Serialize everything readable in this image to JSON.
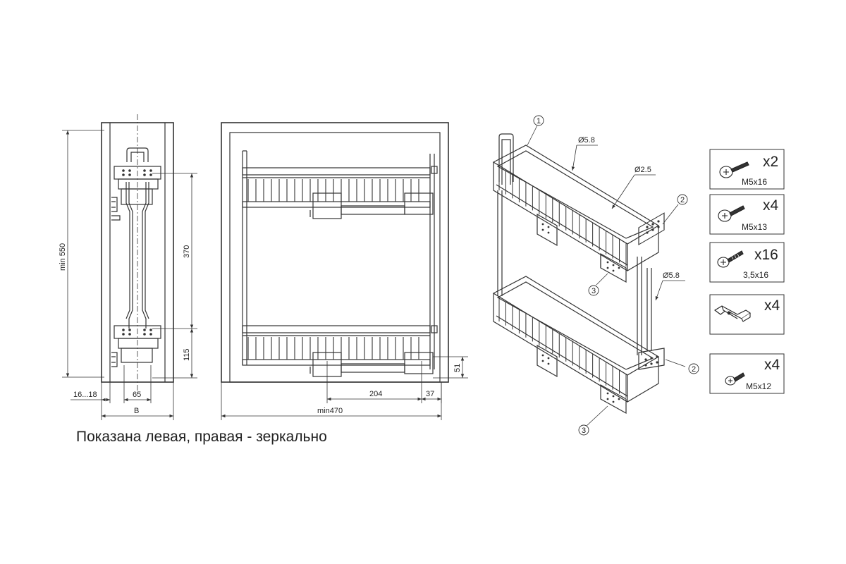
{
  "side_view": {
    "height_label": "min 550",
    "upper_span_label": "370",
    "lower_span_label": "115",
    "offset_label": "16...18",
    "rail_label": "65",
    "width_label": "B"
  },
  "front_view": {
    "depth_label": "min470",
    "spacing_label": "204",
    "edge_label": "37",
    "height_label": "51"
  },
  "iso_view": {
    "callouts": [
      "1",
      "2",
      "3",
      "2",
      "3"
    ],
    "wire_top_label": "Ø5.8",
    "wire_thin_label": "Ø2.5",
    "wire_side_label": "Ø5.8"
  },
  "hardware": [
    {
      "qty": "x2",
      "size": "M5x16"
    },
    {
      "qty": "x4",
      "size": "M5x13"
    },
    {
      "qty": "x16",
      "size": "3,5x16"
    },
    {
      "qty": "x4",
      "size": ""
    },
    {
      "qty": "x4",
      "size": "M5x12"
    }
  ],
  "caption": "Показана левая, правая - зеркально"
}
